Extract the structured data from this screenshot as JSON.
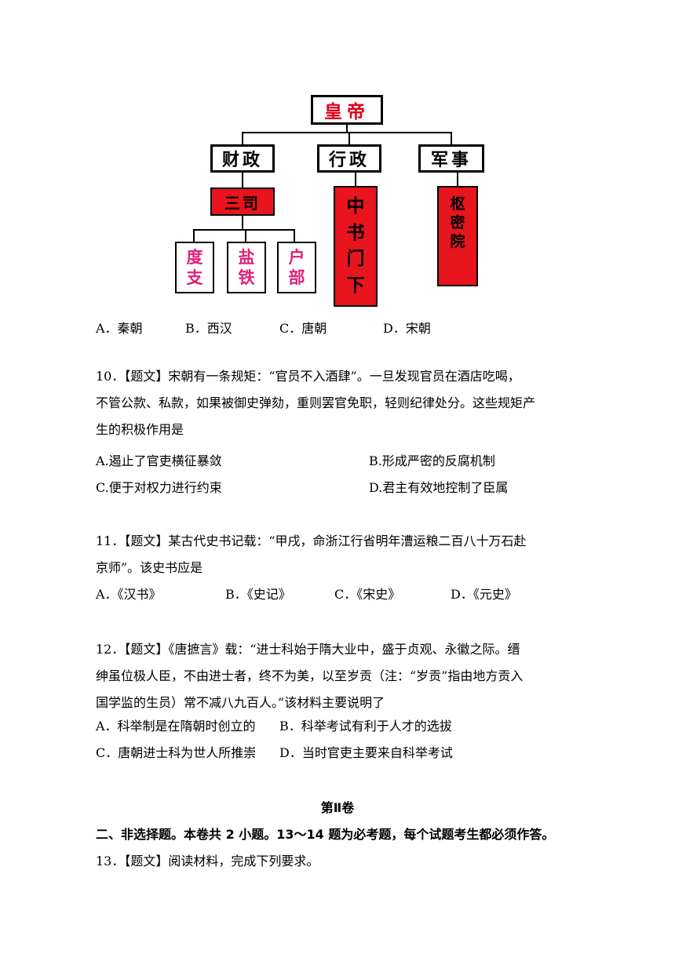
{
  "diagram": {
    "emperor": "皇帝",
    "finance": "财政",
    "administration": "行政",
    "military": "军事",
    "sansi": "三司",
    "duzhi": [
      "度",
      "支"
    ],
    "yantie": [
      "盐",
      "铁"
    ],
    "hubu": [
      "户",
      "部"
    ],
    "zhongshu": [
      "中",
      "书",
      "门",
      "下"
    ],
    "shumi": [
      "枢",
      "密",
      "院"
    ]
  },
  "q9_options": [
    "A．秦朝",
    "B．西汉",
    "C．唐朝",
    "D．宋朝"
  ],
  "q10": {
    "lines": [
      "10．【题文】宋朝有一条规矩：“官员不入酒肆”。一旦发现官员在酒店吃喝，",
      "不管公款、私款，如果被御史弹劾，重则罢官免职，轻则纪律处分。这些规矩产",
      "生的积极作用是"
    ],
    "options": [
      "A.遏止了官吏横征暴敛",
      "B.形成严密的反腐机制",
      "C.便于对权力进行约束",
      "D.君主有效地控制了臣属"
    ]
  },
  "q11": {
    "lines": [
      "11．【题文】某古代史书记载：“甲戌，命浙江行省明年漕运粮二百八十万石赴",
      "京师”。该史书应是"
    ],
    "options": [
      "A．《汉书》",
      "B．《史记》",
      "C．《宋史》",
      "D．《元史》"
    ]
  },
  "q12": {
    "lines": [
      "12．【题文】《唐摭言》载：“进士科始于隋大业中，盛于贞观、永徽之际。缙",
      "绅虽位极人臣，不由进士者，终不为美，以至岁贡（注：“岁贡”指由地方贡入",
      "国学监的生员）常不减八九百人。”该材料主要说明了"
    ],
    "options": [
      "A．科举制是在隋朝时创立的",
      "B．科举考试有利于人才的选拔",
      "C．唐朝进士科为世人所推崇",
      "D．当时官吏主要来自科举考试"
    ]
  },
  "section": {
    "title": "第Ⅱ卷",
    "note": "二、非选择题。本卷共 2 小题。13～14 题为必考题，每个试题考生都必须作答。",
    "q13": "13．【题文】阅读材料，完成下列要求。"
  }
}
